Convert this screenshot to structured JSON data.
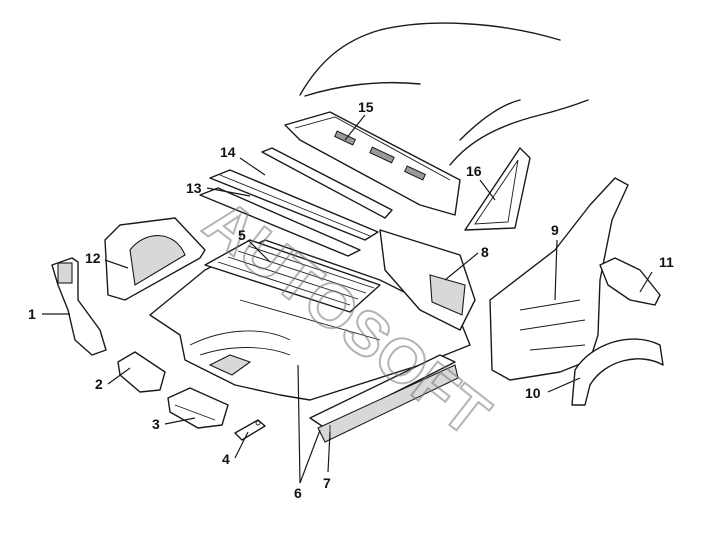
{
  "callouts": {
    "c1": "1",
    "c2": "2",
    "c3": "3",
    "c4": "4",
    "c5": "5",
    "c6": "6",
    "c7": "7",
    "c8": "8",
    "c9": "9",
    "c10": "10",
    "c11": "11",
    "c12": "12",
    "c13": "13",
    "c14": "14",
    "c15": "15",
    "c16": "16"
  },
  "watermark": "AUTOSOFT"
}
